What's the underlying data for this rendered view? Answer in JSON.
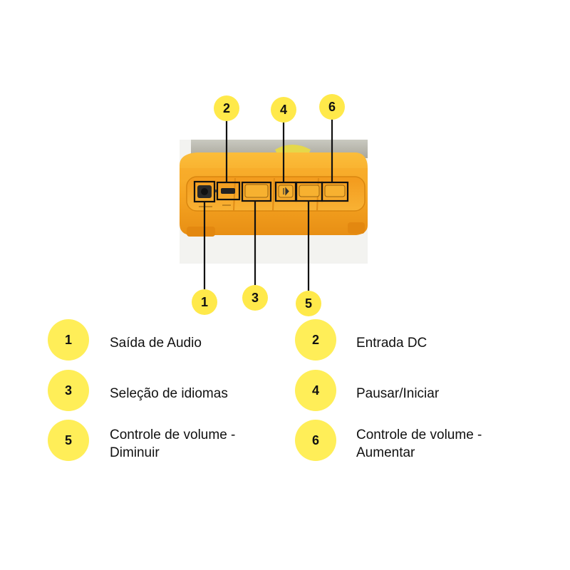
{
  "callouts": {
    "top": [
      "2",
      "4",
      "6"
    ],
    "bottom": [
      "1",
      "3",
      "5"
    ]
  },
  "legend": {
    "items": [
      {
        "number": "1",
        "label": "Saída de Audio"
      },
      {
        "number": "2",
        "label": "Entrada DC"
      },
      {
        "number": "3",
        "label": "Seleção de idiomas"
      },
      {
        "number": "4",
        "label": "Pausar/Iniciar"
      },
      {
        "number": "5",
        "label_lines": [
          "Controle de volume -",
          "Diminuir"
        ]
      },
      {
        "number": "6",
        "label_lines": [
          "Controle de volume -",
          "Aumentar"
        ]
      }
    ]
  },
  "colors": {
    "marker_yellow": "#ffee58",
    "device_orange": "#f6a623",
    "line_black": "#111111"
  }
}
